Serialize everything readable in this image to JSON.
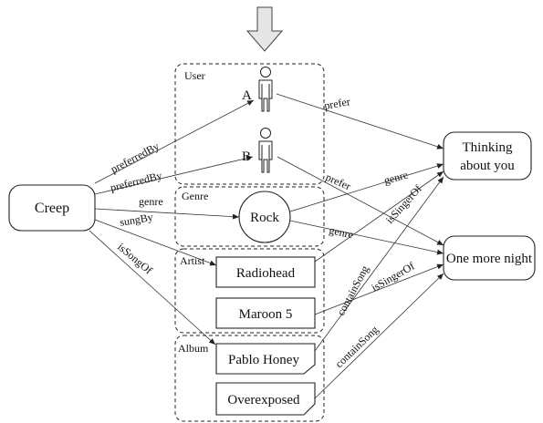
{
  "groups": {
    "user": "User",
    "genre": "Genre",
    "artist": "Artist",
    "album": "Album"
  },
  "nodes": {
    "creep": "Creep",
    "user_a": "A",
    "user_b": "B",
    "rock": "Rock",
    "radiohead": "Radiohead",
    "maroon5": "Maroon 5",
    "pablo_honey": "Pablo Honey",
    "overexposed": "Overexposed",
    "thinking_line1": "Thinking",
    "thinking_line2": "about you",
    "one_more_night": "One more night"
  },
  "edges": {
    "creep_a": "preferredBy",
    "creep_b": "preferredBy",
    "creep_rock": "genre",
    "creep_radiohead": "sungBy",
    "creep_pablo": "isSongOf",
    "a_thinking": "prefer",
    "b_onemore": "prefer",
    "rock_thinking": "genre",
    "rock_onemore": "genre",
    "radiohead_thinking": "isSingerOf",
    "maroon5_onemore": "isSingerOf",
    "pablo_thinking": "containSong",
    "overexposed_onemore": "containSong"
  }
}
